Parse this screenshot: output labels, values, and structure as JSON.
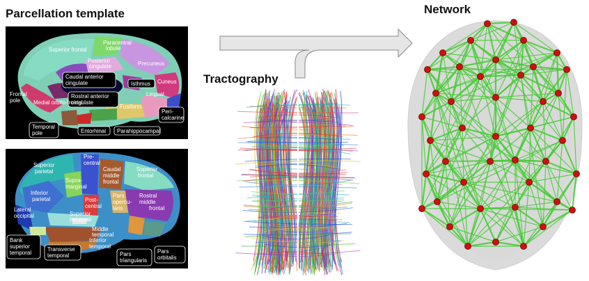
{
  "panels": {
    "parcellation": {
      "title": "Parcellation template"
    },
    "tractography": {
      "title": "Tractography"
    },
    "network": {
      "title": "Network"
    }
  },
  "medial_labels": {
    "superior_frontal": "Superior frontal",
    "paracentral_lobule_1": "Paracentral",
    "paracentral_lobule_2": "lobule",
    "posterior_cingulate_1": "Posterior",
    "posterior_cingulate_2": "cingulate",
    "precuneus": "Precuneus",
    "caudal_anterior_cingulate_1": "Caudal anterior",
    "caudal_anterior_cingulate_2": "cingulate",
    "isthmus": "Isthmus",
    "cuneus": "Cuneus",
    "rostral_anterior_cingulate_1": "Rostral anterior",
    "rostral_anterior_cingulate_2": "cingulate",
    "frontal_pole_1": "Frontal",
    "frontal_pole_2": "pole",
    "medial_orbitofrontal": "Medial orbito-frontal",
    "lingual": "Lingual",
    "fusiform": "Fusiform",
    "pericalcarine_1": "Peri-",
    "pericalcarine_2": "calcarine",
    "temporal_pole_1": "Temporal",
    "temporal_pole_2": "pole",
    "entorhinal": "Entorhinal",
    "parahippocampal": "Parahippocampal"
  },
  "lateral_labels": {
    "superior_parietal_1": "Superior",
    "superior_parietal_2": "parietal",
    "precentral_1": "Pre-",
    "precentral_2": "central",
    "caudal_middle_frontal_1": "Caudal",
    "caudal_middle_frontal_2": "middle",
    "caudal_middle_frontal_3": "frontal",
    "superior_frontal_1": "Superior",
    "superior_frontal_2": "frontal",
    "supramarginal_1": "Supra-",
    "supramarginal_2": "marginal",
    "inferior_parietal_1": "Inferior",
    "inferior_parietal_2": "parietal",
    "postcentral_1": "Post-",
    "postcentral_2": "central",
    "rostral_middle_frontal_1": "Rostral",
    "rostral_middle_frontal_2": "middle",
    "rostral_middle_frontal_3": "frontal",
    "pars_opercularis_1": "Pars",
    "pars_opercularis_2": "opercu-",
    "pars_opercularis_3": "laris",
    "superior_temporal_1": "Superior",
    "superior_temporal_2": "temporal",
    "lateral_occipital_1": "Lateral",
    "lateral_occipital_2": "occipital",
    "middle_temporal_1": "Middle",
    "middle_temporal_2": "temporal",
    "inferior_temporal_1": "Inferior",
    "inferior_temporal_2": "temporal",
    "bank_sts_1": "Bank",
    "bank_sts_2": "superior",
    "bank_sts_3": "temporal",
    "transverse_temporal_1": "Transverse",
    "transverse_temporal_2": "temporal",
    "pars_triangularis_1": "Pars",
    "pars_triangularis_2": "triangularis",
    "pars_orbitalis_1": "Pars",
    "pars_orbitalis_2": "orbitalis"
  },
  "colors": {
    "arrow_fill": "#e6e6e6",
    "arrow_stroke": "#888888",
    "node": "#cc1111",
    "edge": "#44cc33",
    "brain_shell": "#9a9a9a"
  }
}
